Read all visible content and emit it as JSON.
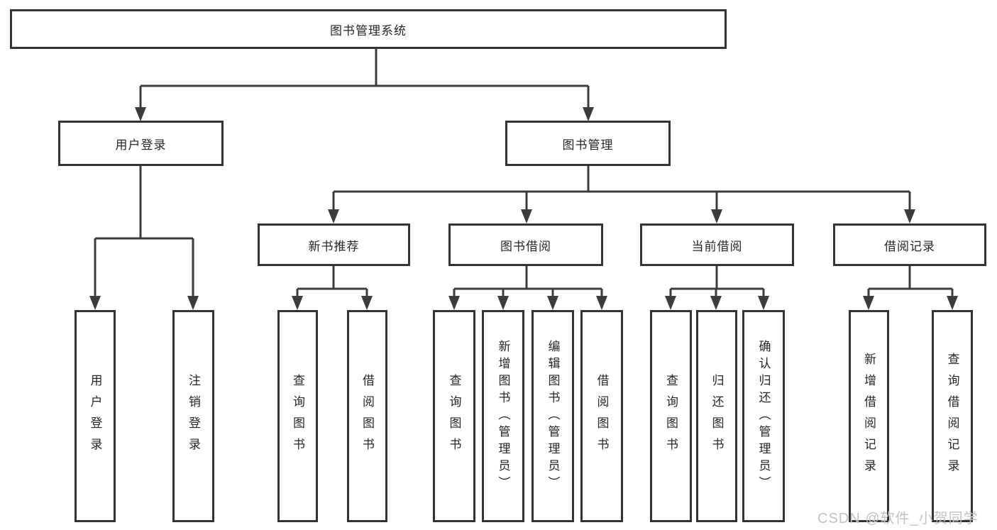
{
  "tree": {
    "label": "图书管理系统",
    "children": [
      {
        "label": "用户登录",
        "children": [
          {
            "label": "用户登录"
          },
          {
            "label": "注销登录"
          }
        ]
      },
      {
        "label": "图书管理",
        "children": [
          {
            "label": "新书推荐",
            "children": [
              {
                "label": "查询图书"
              },
              {
                "label": "借阅图书"
              }
            ]
          },
          {
            "label": "图书借阅",
            "children": [
              {
                "label": "查询图书"
              },
              {
                "label": "新增图书（管理员）"
              },
              {
                "label": "编辑图书（管理员）"
              },
              {
                "label": "借阅图书"
              }
            ]
          },
          {
            "label": "当前借阅",
            "children": [
              {
                "label": "查询图书"
              },
              {
                "label": "归还图书"
              },
              {
                "label": "确认归还（管理员）"
              }
            ]
          },
          {
            "label": "借阅记录",
            "children": [
              {
                "label": "新增借阅记录"
              },
              {
                "label": "查询借阅记录"
              }
            ]
          }
        ]
      }
    ]
  },
  "watermark": "CSDN @软件_小贺同学",
  "colors": {
    "line": "#3c3c3c",
    "border": "#333333",
    "text": "#262626",
    "watermark": "#c2c2c2",
    "bg": "#ffffff"
  }
}
